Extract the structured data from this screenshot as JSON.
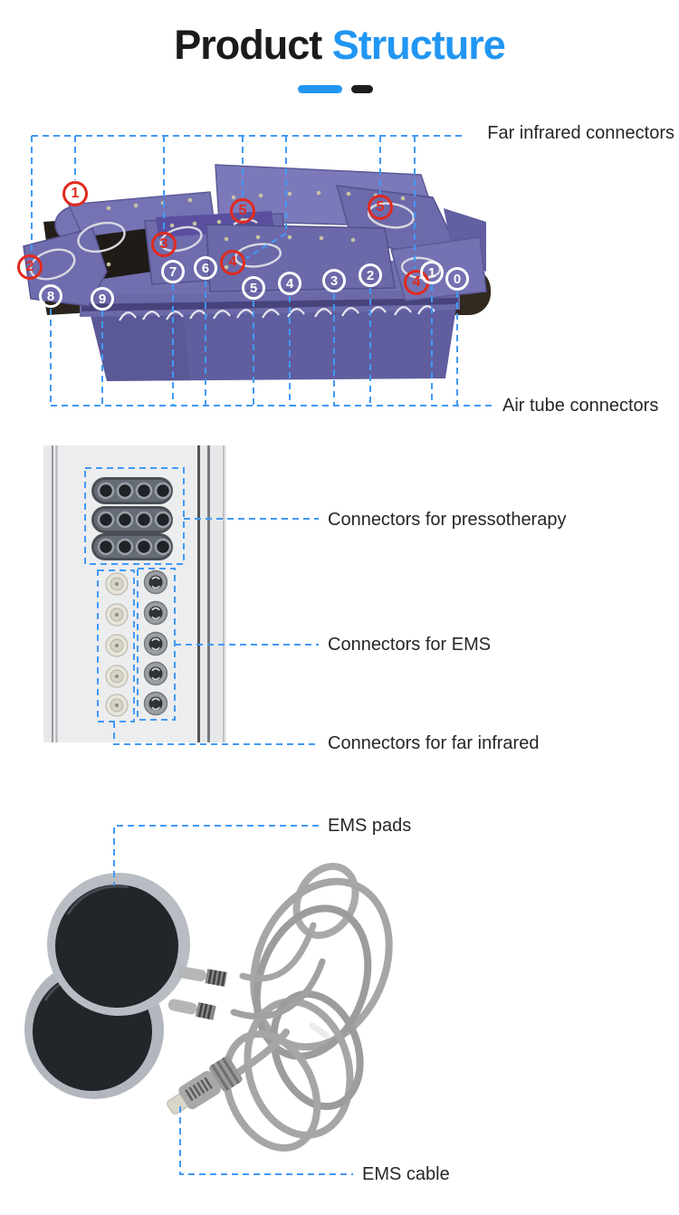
{
  "title": {
    "word_black": "Product",
    "word_blue": "Structure"
  },
  "colors": {
    "accent_blue": "#2196F3",
    "callout_blue": "#4199F7",
    "marker_red": "#E02A1E",
    "marker_white": "#FFFFFF",
    "bed_purple": "#6E6CAD",
    "panel_gray": "#E7E8EA"
  },
  "bed_section": {
    "top_label": "Far infrared connectors",
    "bottom_label": "Air tube connectors",
    "red_markers": [
      {
        "value": "1"
      },
      {
        "value": "2"
      },
      {
        "value": "3"
      },
      {
        "value": "5"
      },
      {
        "value": "4"
      },
      {
        "value": "5"
      },
      {
        "value": "4"
      }
    ],
    "white_markers": [
      {
        "value": "7"
      },
      {
        "value": "6"
      },
      {
        "value": "5"
      },
      {
        "value": "4"
      },
      {
        "value": "3"
      },
      {
        "value": "2"
      },
      {
        "value": "1"
      },
      {
        "value": "0"
      },
      {
        "value": "8"
      },
      {
        "value": "9"
      }
    ]
  },
  "panel_section": {
    "pressotherapy_label": "Connectors for pressotherapy",
    "ems_label": "Connectors for EMS",
    "far_infrared_label": "Connectors for far infrared"
  },
  "pads_section": {
    "pads_label": "EMS pads",
    "cable_label": "EMS cable"
  }
}
